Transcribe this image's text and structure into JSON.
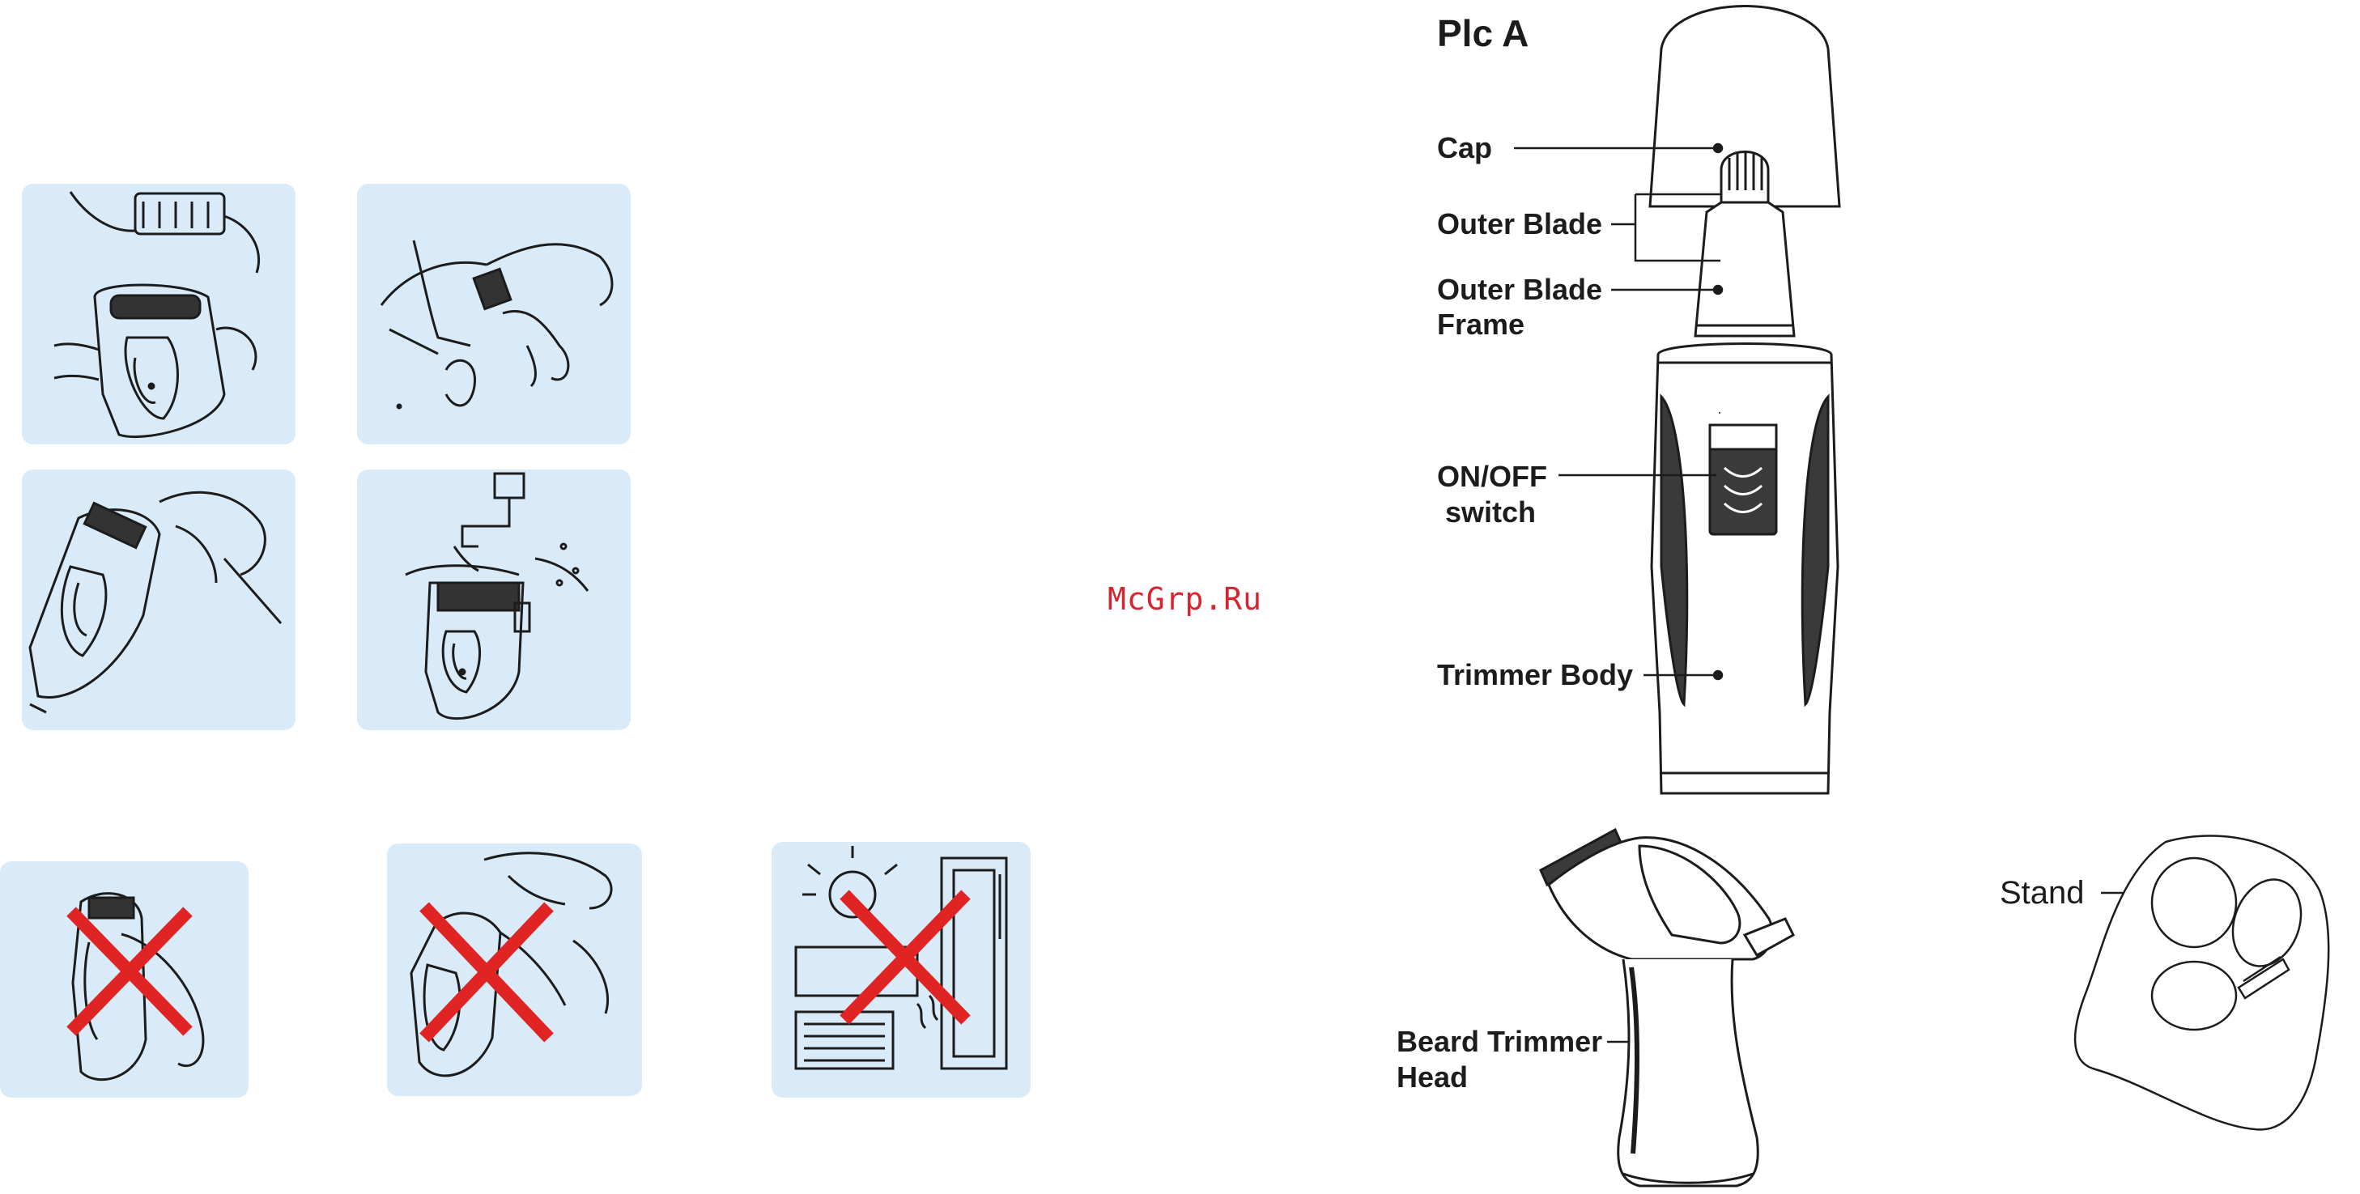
{
  "watermark": "McGrp.Ru",
  "diagram": {
    "title": "Plc A",
    "labels": {
      "cap": "Cap",
      "outer_blade": "Outer Blade",
      "outer_blade_frame_l1": "Outer Blade",
      "outer_blade_frame_l2": "Frame",
      "switch_l1": "ON/OFF",
      "switch_l2": "switch",
      "trimmer_body": "Trimmer Body",
      "beard_head_l1": "Beard Trimmer",
      "beard_head_l2": "Head",
      "stand": "Stand"
    }
  },
  "colors": {
    "panel_bg": "#d9ebf8",
    "cross": "#e02424",
    "line": "#1c1c1c",
    "grip": "#3a3a3a"
  }
}
